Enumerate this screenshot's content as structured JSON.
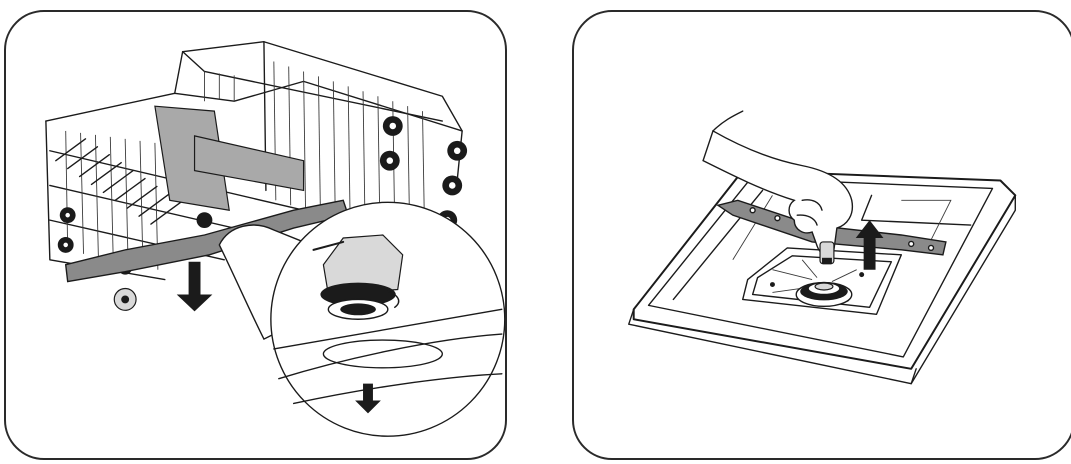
{
  "figure": {
    "panels": [
      {
        "id": "left",
        "description_icons": [
          "lower-rack",
          "lower-spray-arm",
          "down-arrow",
          "detail-magnifier"
        ]
      },
      {
        "id": "right",
        "description_icons": [
          "tub-floor",
          "hand",
          "spray-arm",
          "up-arrow",
          "filter-assembly"
        ]
      }
    ],
    "colors": {
      "line": "#1b1b1b",
      "arm": "#8a8a8a",
      "background": "#ffffff"
    }
  }
}
